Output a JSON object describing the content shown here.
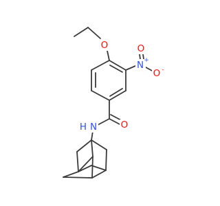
{
  "molecule": {
    "atoms": {
      "ether_oxygen": "O",
      "nitro_nitrogen": "N",
      "nitro_charge_plus": "+",
      "nitro_oxygen_top": "O",
      "nitro_oxygen_right": "O",
      "nitro_charge_minus": "-",
      "amide_oxygen": "O",
      "amide_nitrogen": "N",
      "amide_hydrogen": "H"
    },
    "colors": {
      "bond": "#3a3a3a",
      "carbon_label": "#3a3a3a",
      "oxygen": "#ff0d0d",
      "nitrogen": "#3050f8"
    }
  }
}
